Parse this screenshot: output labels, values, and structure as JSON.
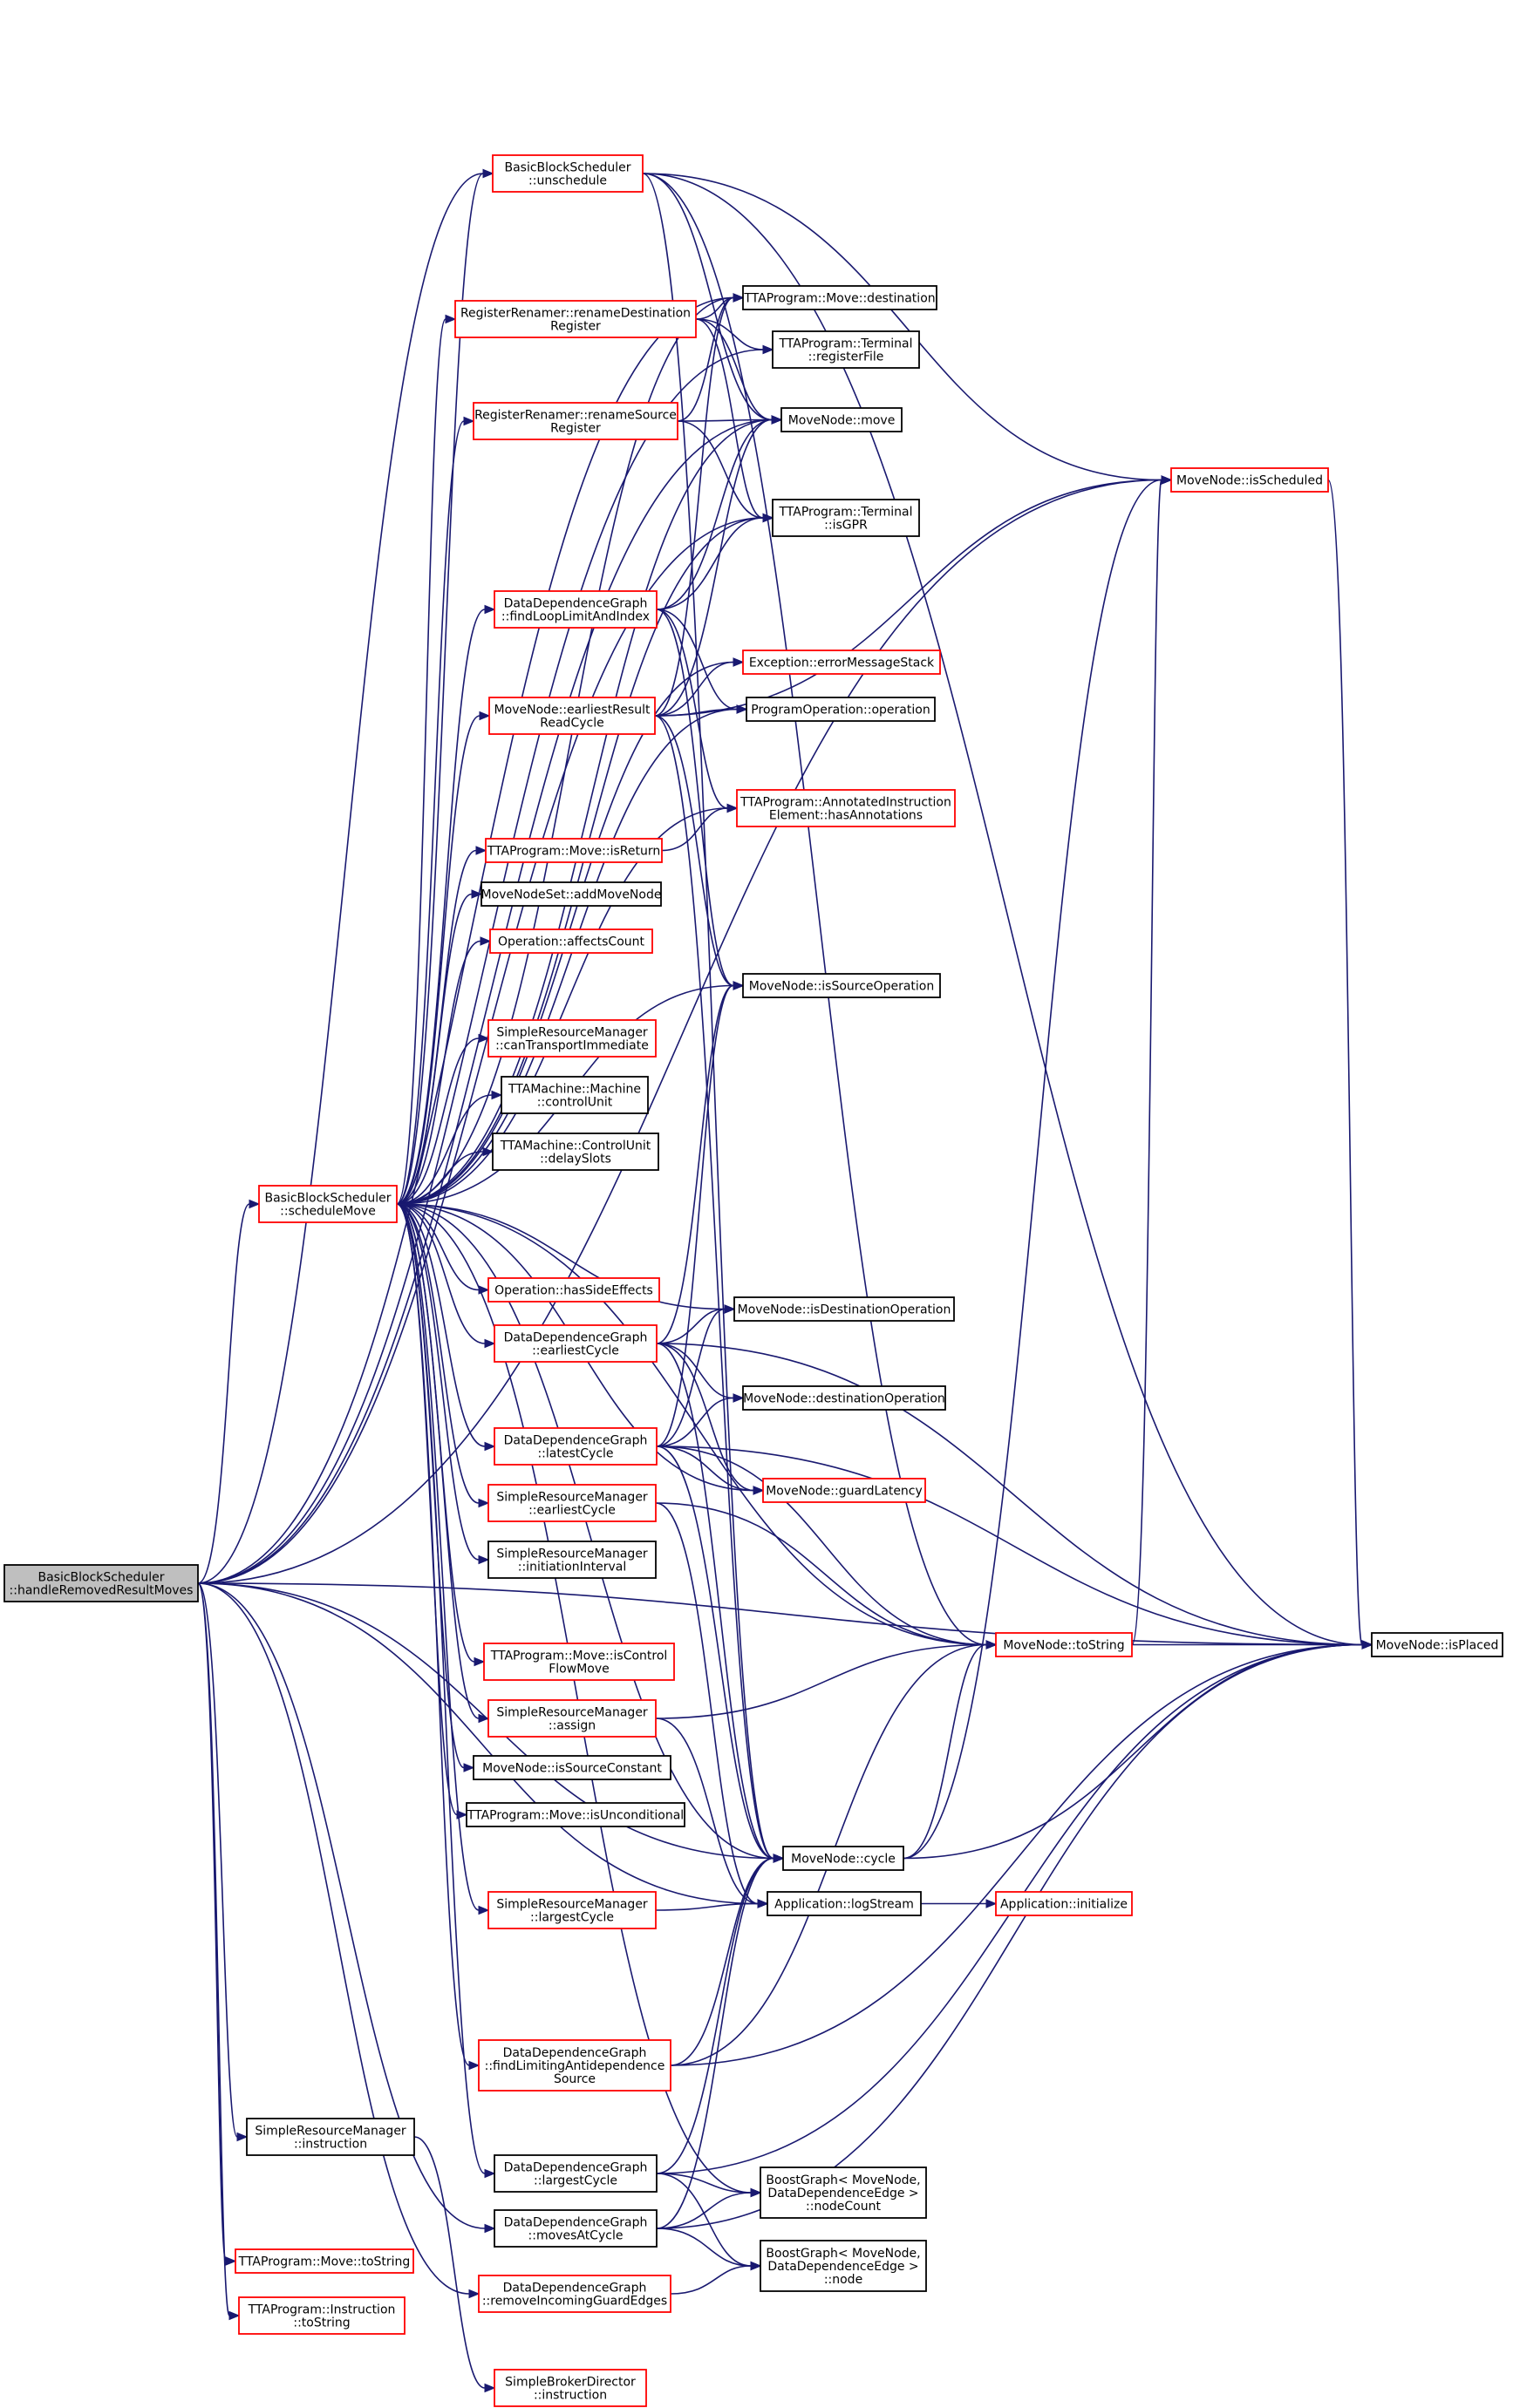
{
  "colors": {
    "edge": "#191970",
    "border_red": "#ff0000",
    "border_black": "#000000",
    "root_fill": "#bfbfbf",
    "node_fill": "#ffffff"
  },
  "nodes": {
    "root": {
      "lines": [
        "BasicBlockScheduler",
        "::handleRemovedResultMoves"
      ],
      "border": "root"
    },
    "scheduleMove": {
      "lines": [
        "BasicBlockScheduler",
        "::scheduleMove"
      ],
      "border": "red"
    },
    "unschedule": {
      "lines": [
        "BasicBlockScheduler",
        "::unschedule"
      ],
      "border": "red"
    },
    "renameDest": {
      "lines": [
        "RegisterRenamer::renameDestination",
        "Register"
      ],
      "border": "red"
    },
    "renameSrc": {
      "lines": [
        "RegisterRenamer::renameSource",
        "Register"
      ],
      "border": "red"
    },
    "findLoopLimit": {
      "lines": [
        "DataDependenceGraph",
        "::findLoopLimitAndIndex"
      ],
      "border": "red"
    },
    "earliestResultRead": {
      "lines": [
        "MoveNode::earliestResult",
        "ReadCycle"
      ],
      "border": "red"
    },
    "moveIsReturn": {
      "lines": [
        "TTAProgram::Move::isReturn"
      ],
      "border": "red"
    },
    "addMoveNode": {
      "lines": [
        "MoveNodeSet::addMoveNode"
      ],
      "border": "black"
    },
    "affectsCount": {
      "lines": [
        "Operation::affectsCount"
      ],
      "border": "red"
    },
    "canTransportImm": {
      "lines": [
        "SimpleResourceManager",
        "::canTransportImmediate"
      ],
      "border": "red"
    },
    "controlUnit": {
      "lines": [
        "TTAMachine::Machine",
        "::controlUnit"
      ],
      "border": "black"
    },
    "delaySlots": {
      "lines": [
        "TTAMachine::ControlUnit",
        "::delaySlots"
      ],
      "border": "black"
    },
    "hasSideEffects": {
      "lines": [
        "Operation::hasSideEffects"
      ],
      "border": "red"
    },
    "ddgEarliestCycle": {
      "lines": [
        "DataDependenceGraph",
        "::earliestCycle"
      ],
      "border": "red"
    },
    "ddgLatestCycle": {
      "lines": [
        "DataDependenceGraph",
        "::latestCycle"
      ],
      "border": "red"
    },
    "srmEarliestCycle": {
      "lines": [
        "SimpleResourceManager",
        "::earliestCycle"
      ],
      "border": "red"
    },
    "initInterval": {
      "lines": [
        "SimpleResourceManager",
        "::initiationInterval"
      ],
      "border": "black"
    },
    "isControlFlowMove": {
      "lines": [
        "TTAProgram::Move::isControl",
        "FlowMove"
      ],
      "border": "red"
    },
    "srmAssign": {
      "lines": [
        "SimpleResourceManager",
        "::assign"
      ],
      "border": "red"
    },
    "isSourceConstant": {
      "lines": [
        "MoveNode::isSourceConstant"
      ],
      "border": "black"
    },
    "isUnconditional": {
      "lines": [
        "TTAProgram::Move::isUnconditional"
      ],
      "border": "black"
    },
    "srmLargestCycle": {
      "lines": [
        "SimpleResourceManager",
        "::largestCycle"
      ],
      "border": "red"
    },
    "findLimitingAnti": {
      "lines": [
        "DataDependenceGraph",
        "::findLimitingAntidependence",
        "Source"
      ],
      "border": "red"
    },
    "ddgLargestCycle": {
      "lines": [
        "DataDependenceGraph",
        "::largestCycle"
      ],
      "border": "black"
    },
    "srmInstruction": {
      "lines": [
        "SimpleResourceManager",
        "::instruction"
      ],
      "border": "black"
    },
    "moveToString": {
      "lines": [
        "TTAProgram::Move::toString"
      ],
      "border": "red"
    },
    "instrToString": {
      "lines": [
        "TTAProgram::Instruction",
        "::toString"
      ],
      "border": "red"
    },
    "movesAtCycle": {
      "lines": [
        "DataDependenceGraph",
        "::movesAtCycle"
      ],
      "border": "black"
    },
    "removeIncomingGuard": {
      "lines": [
        "DataDependenceGraph",
        "::removeIncomingGuardEdges"
      ],
      "border": "red"
    },
    "sbdInstruction": {
      "lines": [
        "SimpleBrokerDirector",
        "::instruction"
      ],
      "border": "red"
    },
    "moveDestination": {
      "lines": [
        "TTAProgram::Move::destination"
      ],
      "border": "black"
    },
    "registerFile": {
      "lines": [
        "TTAProgram::Terminal",
        "::registerFile"
      ],
      "border": "black"
    },
    "mnMove": {
      "lines": [
        "MoveNode::move"
      ],
      "border": "black"
    },
    "isGPR": {
      "lines": [
        "TTAProgram::Terminal",
        "::isGPR"
      ],
      "border": "black"
    },
    "errorMessageStack": {
      "lines": [
        "Exception::errorMessageStack"
      ],
      "border": "red"
    },
    "poOperation": {
      "lines": [
        "ProgramOperation::operation"
      ],
      "border": "black"
    },
    "hasAnnotations": {
      "lines": [
        "TTAProgram::AnnotatedInstruction",
        "Element::hasAnnotations"
      ],
      "border": "red"
    },
    "isSourceOperation": {
      "lines": [
        "MoveNode::isSourceOperation"
      ],
      "border": "black"
    },
    "isDestOperation": {
      "lines": [
        "MoveNode::isDestinationOperation"
      ],
      "border": "black"
    },
    "destOperation": {
      "lines": [
        "MoveNode::destinationOperation"
      ],
      "border": "black"
    },
    "guardLatency": {
      "lines": [
        "MoveNode::guardLatency"
      ],
      "border": "red"
    },
    "mnCycle": {
      "lines": [
        "MoveNode::cycle"
      ],
      "border": "black"
    },
    "logStream": {
      "lines": [
        "Application::logStream"
      ],
      "border": "black"
    },
    "nodeCount": {
      "lines": [
        "BoostGraph< MoveNode,",
        "DataDependenceEdge >",
        "::nodeCount"
      ],
      "border": "black"
    },
    "bgNode": {
      "lines": [
        "BoostGraph< MoveNode,",
        "DataDependenceEdge >",
        "::node"
      ],
      "border": "black"
    },
    "isScheduled": {
      "lines": [
        "MoveNode::isScheduled"
      ],
      "border": "red"
    },
    "mnToString": {
      "lines": [
        "MoveNode::toString"
      ],
      "border": "red"
    },
    "appInitialize": {
      "lines": [
        "Application::initialize"
      ],
      "border": "red"
    },
    "isPlaced": {
      "lines": [
        "MoveNode::isPlaced"
      ],
      "border": "black"
    }
  },
  "edges": [
    [
      "root",
      "scheduleMove"
    ],
    [
      "root",
      "unschedule"
    ],
    [
      "root",
      "isScheduled"
    ],
    [
      "root",
      "moveDestination"
    ],
    [
      "root",
      "registerFile"
    ],
    [
      "root",
      "mnMove"
    ],
    [
      "root",
      "isGPR"
    ],
    [
      "root",
      "mnCycle"
    ],
    [
      "root",
      "logStream"
    ],
    [
      "root",
      "isPlaced"
    ],
    [
      "root",
      "srmInstruction"
    ],
    [
      "root",
      "moveToString"
    ],
    [
      "root",
      "instrToString"
    ],
    [
      "root",
      "movesAtCycle"
    ],
    [
      "root",
      "removeIncomingGuard"
    ],
    [
      "scheduleMove",
      "unschedule"
    ],
    [
      "scheduleMove",
      "renameDest"
    ],
    [
      "scheduleMove",
      "renameSrc"
    ],
    [
      "scheduleMove",
      "findLoopLimit"
    ],
    [
      "scheduleMove",
      "earliestResultRead"
    ],
    [
      "scheduleMove",
      "moveIsReturn"
    ],
    [
      "scheduleMove",
      "addMoveNode"
    ],
    [
      "scheduleMove",
      "affectsCount"
    ],
    [
      "scheduleMove",
      "canTransportImm"
    ],
    [
      "scheduleMove",
      "controlUnit"
    ],
    [
      "scheduleMove",
      "delaySlots"
    ],
    [
      "scheduleMove",
      "hasSideEffects"
    ],
    [
      "scheduleMove",
      "ddgEarliestCycle"
    ],
    [
      "scheduleMove",
      "ddgLatestCycle"
    ],
    [
      "scheduleMove",
      "srmEarliestCycle"
    ],
    [
      "scheduleMove",
      "initInterval"
    ],
    [
      "scheduleMove",
      "isControlFlowMove"
    ],
    [
      "scheduleMove",
      "srmAssign"
    ],
    [
      "scheduleMove",
      "isSourceConstant"
    ],
    [
      "scheduleMove",
      "isUnconditional"
    ],
    [
      "scheduleMove",
      "srmLargestCycle"
    ],
    [
      "scheduleMove",
      "findLimitingAnti"
    ],
    [
      "scheduleMove",
      "ddgLargestCycle"
    ],
    [
      "scheduleMove",
      "moveDestination"
    ],
    [
      "scheduleMove",
      "mnMove"
    ],
    [
      "scheduleMove",
      "isGPR"
    ],
    [
      "scheduleMove",
      "errorMessageStack"
    ],
    [
      "scheduleMove",
      "poOperation"
    ],
    [
      "scheduleMove",
      "hasAnnotations"
    ],
    [
      "scheduleMove",
      "isSourceOperation"
    ],
    [
      "scheduleMove",
      "isDestOperation"
    ],
    [
      "scheduleMove",
      "guardLatency"
    ],
    [
      "scheduleMove",
      "mnCycle"
    ],
    [
      "scheduleMove",
      "mnToString"
    ],
    [
      "scheduleMove",
      "nodeCount"
    ],
    [
      "unschedule",
      "isScheduled"
    ],
    [
      "unschedule",
      "isPlaced"
    ],
    [
      "unschedule",
      "mnMove"
    ],
    [
      "unschedule",
      "mnToString"
    ],
    [
      "unschedule",
      "mnCycle"
    ],
    [
      "renameDest",
      "moveDestination"
    ],
    [
      "renameDest",
      "registerFile"
    ],
    [
      "renameDest",
      "mnMove"
    ],
    [
      "renameDest",
      "isGPR"
    ],
    [
      "renameSrc",
      "mnMove"
    ],
    [
      "renameSrc",
      "isGPR"
    ],
    [
      "renameSrc",
      "moveDestination"
    ],
    [
      "findLoopLimit",
      "mnMove"
    ],
    [
      "findLoopLimit",
      "isGPR"
    ],
    [
      "findLoopLimit",
      "poOperation"
    ],
    [
      "findLoopLimit",
      "hasAnnotations"
    ],
    [
      "findLoopLimit",
      "isSourceOperation"
    ],
    [
      "earliestResultRead",
      "errorMessageStack"
    ],
    [
      "earliestResultRead",
      "poOperation"
    ],
    [
      "earliestResultRead",
      "isScheduled"
    ],
    [
      "earliestResultRead",
      "mnMove"
    ],
    [
      "earliestResultRead",
      "moveDestination"
    ],
    [
      "earliestResultRead",
      "isSourceOperation"
    ],
    [
      "earliestResultRead",
      "mnCycle"
    ],
    [
      "moveIsReturn",
      "hasAnnotations"
    ],
    [
      "ddgEarliestCycle",
      "isDestOperation"
    ],
    [
      "ddgEarliestCycle",
      "destOperation"
    ],
    [
      "ddgEarliestCycle",
      "guardLatency"
    ],
    [
      "ddgEarliestCycle",
      "mnCycle"
    ],
    [
      "ddgEarliestCycle",
      "isPlaced"
    ],
    [
      "ddgEarliestCycle",
      "isSourceOperation"
    ],
    [
      "ddgLatestCycle",
      "isDestOperation"
    ],
    [
      "ddgLatestCycle",
      "destOperation"
    ],
    [
      "ddgLatestCycle",
      "guardLatency"
    ],
    [
      "ddgLatestCycle",
      "mnCycle"
    ],
    [
      "ddgLatestCycle",
      "isPlaced"
    ],
    [
      "ddgLatestCycle",
      "isSourceOperation"
    ],
    [
      "ddgLatestCycle",
      "mnToString"
    ],
    [
      "srmEarliestCycle",
      "mnToString"
    ],
    [
      "srmEarliestCycle",
      "logStream"
    ],
    [
      "srmAssign",
      "mnToString"
    ],
    [
      "srmAssign",
      "logStream"
    ],
    [
      "srmLargestCycle",
      "logStream"
    ],
    [
      "findLimitingAnti",
      "isPlaced"
    ],
    [
      "findLimitingAnti",
      "mnCycle"
    ],
    [
      "findLimitingAnti",
      "mnToString"
    ],
    [
      "ddgLargestCycle",
      "isPlaced"
    ],
    [
      "ddgLargestCycle",
      "mnCycle"
    ],
    [
      "ddgLargestCycle",
      "nodeCount"
    ],
    [
      "ddgLargestCycle",
      "bgNode"
    ],
    [
      "movesAtCycle",
      "isPlaced"
    ],
    [
      "movesAtCycle",
      "mnCycle"
    ],
    [
      "movesAtCycle",
      "nodeCount"
    ],
    [
      "movesAtCycle",
      "bgNode"
    ],
    [
      "removeIncomingGuard",
      "bgNode"
    ],
    [
      "srmInstruction",
      "sbdInstruction"
    ],
    [
      "mnCycle",
      "isPlaced"
    ],
    [
      "mnCycle",
      "mnToString"
    ],
    [
      "mnCycle",
      "isScheduled"
    ],
    [
      "mnToString",
      "isPlaced"
    ],
    [
      "mnToString",
      "isScheduled"
    ],
    [
      "isScheduled",
      "isPlaced"
    ],
    [
      "logStream",
      "appInitialize"
    ]
  ]
}
